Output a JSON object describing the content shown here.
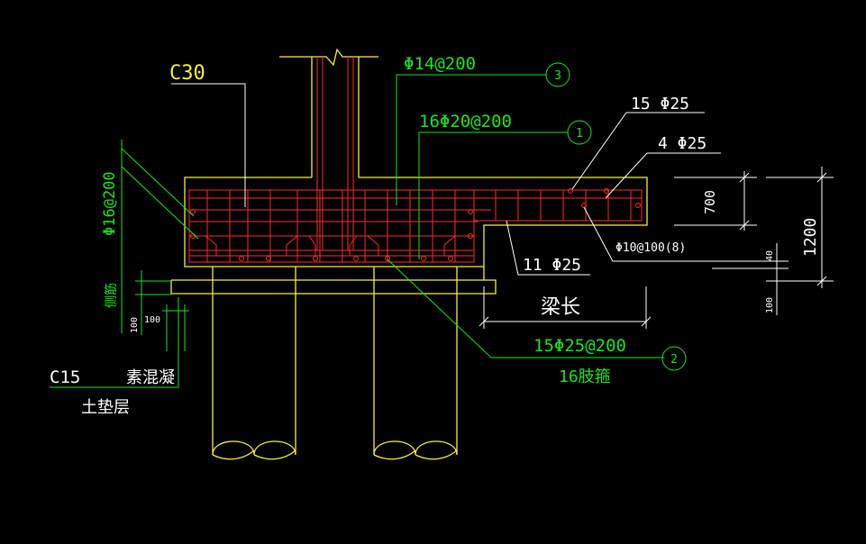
{
  "colors": {
    "background": "#000000",
    "concrete": "#f2f23a",
    "rebar": "#ff2a2a",
    "leader": "#19e619",
    "annotation": "#ffffff"
  },
  "labels": {
    "concrete_grade": "C30",
    "top_rebar": "Φ14@200",
    "side_rebar": "Φ16@200",
    "main_rebar": "16Φ20@200",
    "bottom_rebar": "15Φ25@200",
    "leg_stirrup": "16肢箍",
    "beam_top_bars": "15 Φ25",
    "beam_mid_bars": "4 Φ25",
    "beam_bottom_bars": "11 Φ25",
    "stirrup": "Φ10@100(8)",
    "beam_length": "梁长",
    "cushion_grade": "C15",
    "plain_concrete": "素混凝",
    "soil_cushion": "土垫层",
    "side_note": "侧筋"
  },
  "dimensions": {
    "beam_depth": "700",
    "total_depth": "1200",
    "bottom_offset": "100",
    "left_offset_a": "100",
    "left_offset_b": "100",
    "small_offset": "40"
  },
  "callouts": {
    "c1": "1",
    "c2": "2",
    "c3": "3"
  }
}
